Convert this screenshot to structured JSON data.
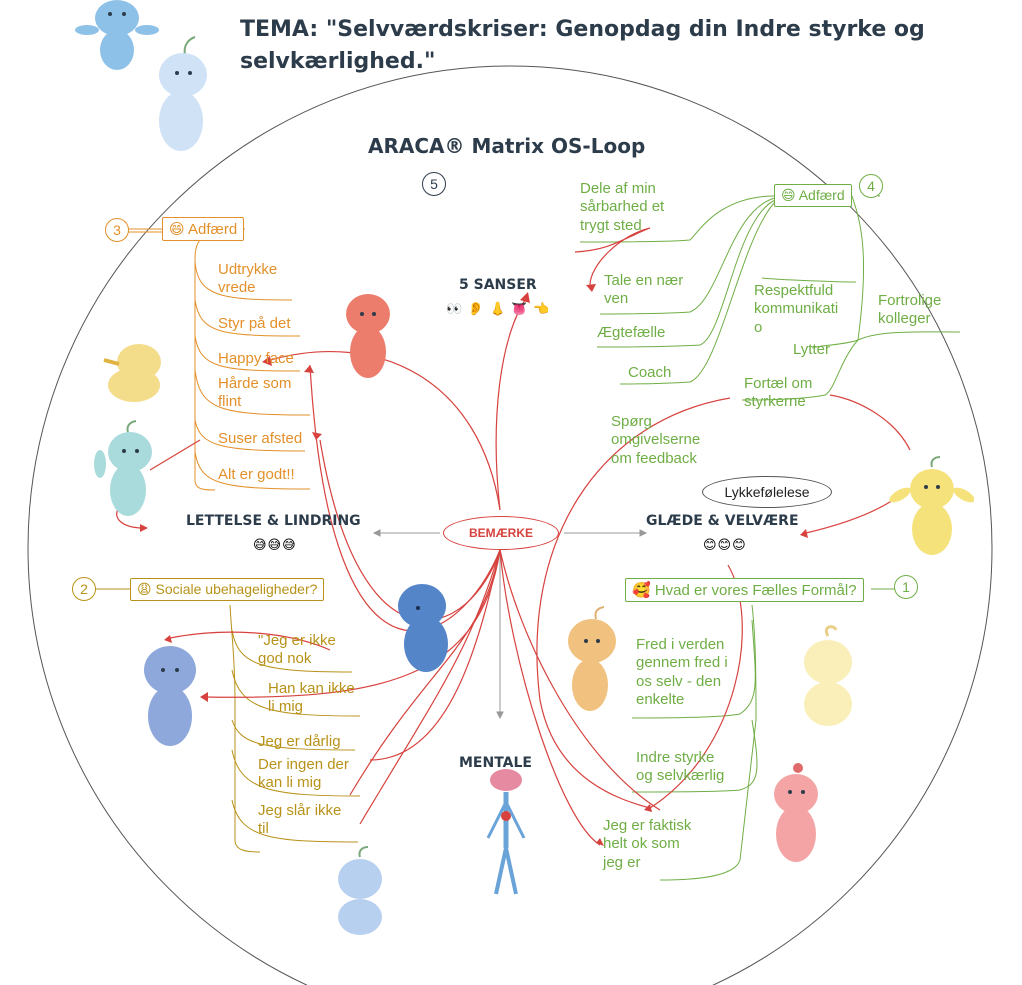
{
  "header": {
    "line1": "TEMA: \"Selvværdskriser: Genopdag din Indre styrke og",
    "line2": "selvkærlighed.\""
  },
  "matrix_title": "ARACA® Matrix OS-Loop",
  "center": {
    "numbers": {
      "five": "5",
      "four": "4",
      "three": "3",
      "two": "2",
      "one": "1"
    },
    "bemaerke": "BEMÆRKE",
    "lykke": "Lykkefølelese"
  },
  "sections": {
    "sanser": {
      "label": "5 SANSER",
      "emoji": "👀 👂 👃 👅 👈"
    },
    "lettelse": {
      "label": "LETTELSE & LINDRING",
      "emoji": "😅😅😅"
    },
    "glaede": {
      "label": "GLÆDE & VELVÆRE",
      "emoji": "😊😊😊"
    },
    "mentale": {
      "label": "MENTALE"
    }
  },
  "q3": {
    "box": "😄 Adfærd",
    "items": [
      "Udtrykke\nvrede",
      "Styr på det",
      "Happy face",
      "Hårde som\nflint",
      "Suser afsted",
      "Alt er godt!!"
    ]
  },
  "q2": {
    "box": "😩 Sociale ubehageligheder?",
    "items": [
      "\"Jeg er ikke\ngod nok",
      "Han kan ikke\nli mig",
      "Jeg er dårlig",
      "Der ingen der\nkan li mig",
      "Jeg slår ikke\ntil"
    ]
  },
  "q4": {
    "box": "😄 Adfærd",
    "items": [
      "Dele af min\nsårbarhed et\ntrygt sted",
      "Tale en nær\nven",
      "Ægtefælle",
      "Coach",
      "Respektfuld\nkommunikati\no",
      "Lytter",
      "Fortrolige\nkolleger",
      "Fortæl om\nstyrkerne",
      "Spørg\nomgivelserne\nom feedback"
    ]
  },
  "q1": {
    "box": "🥰 Hvad er vores Fælles Formål?",
    "items": [
      "Fred i verden\ngennem fred i\nos selv - den\nenkelte",
      "Indre styrke\nog selvkærlig",
      "Jeg er faktisk\nhelt ok som\njeg er"
    ]
  },
  "colors": {
    "orange": "#e3902a",
    "green": "#6fae45",
    "gold": "#b89218",
    "red": "#d7423e",
    "navy": "#2d3c4b"
  },
  "figures": [
    "blue-figure",
    "light-blue-figure",
    "red-figure",
    "yellow-figure",
    "teal-figure",
    "dark-blue-figure",
    "blue-sad-figure",
    "tan-figure",
    "cream-figure",
    "yellow-happy-figure",
    "pink-figure",
    "blue-sitting-figure",
    "body-brain-figure"
  ]
}
